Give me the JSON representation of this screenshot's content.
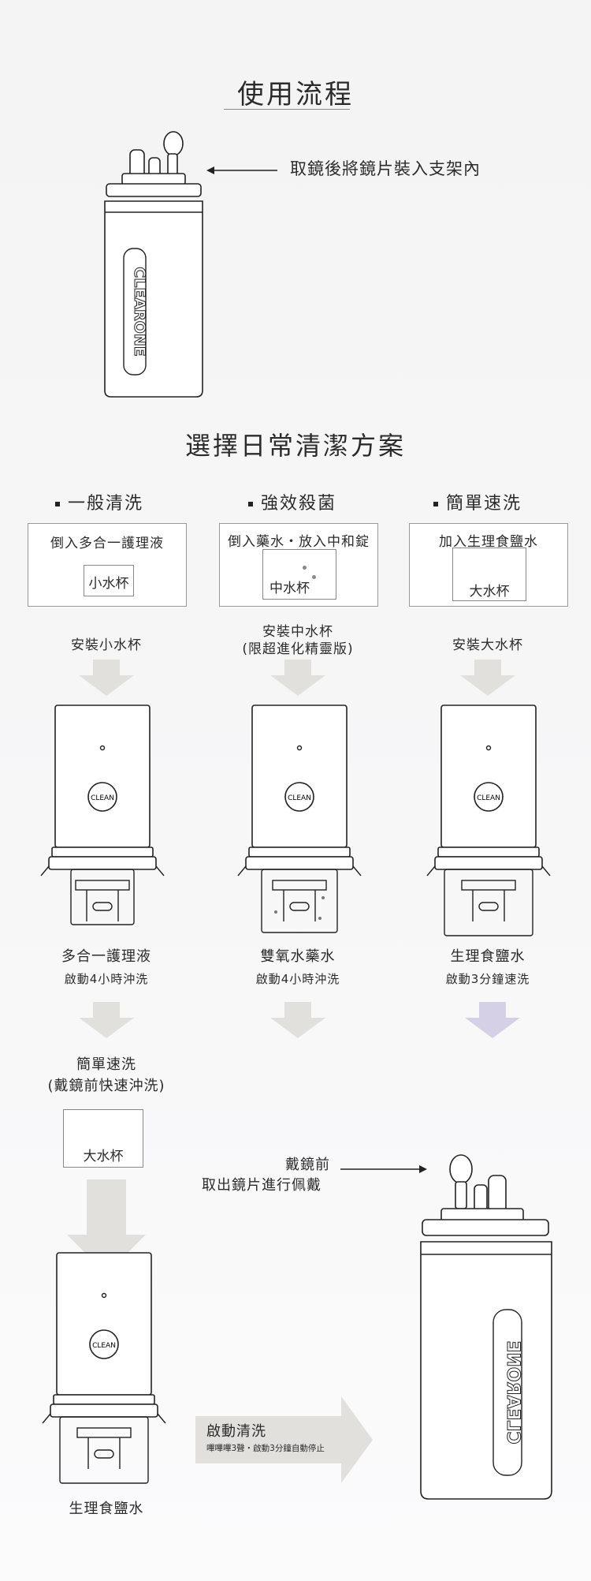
{
  "header": {
    "title": "使用流程",
    "step1": "取鏡後將鏡片裝入支架內",
    "brand": "CLEARONE"
  },
  "section2": {
    "title": "選擇日常清潔方案"
  },
  "plans": [
    {
      "name": "一般清洗",
      "instruction": "倒入多合一護理液",
      "cup": "小水杯",
      "install": "安裝小水杯",
      "liquid": "多合一護理液",
      "action": "啟動4小時沖洗"
    },
    {
      "name": "強效殺菌",
      "instruction": "倒入藥水・放入中和錠",
      "cup": "中水杯",
      "install_line1": "安裝中水杯",
      "install_line2": "(限超進化精靈版)",
      "liquid": "雙氧水藥水",
      "action": "啟動4小時沖洗"
    },
    {
      "name": "簡單速洗",
      "instruction": "加入生理食鹽水",
      "cup": "大水杯",
      "install": "安裝大水杯",
      "liquid": "生理食鹽水",
      "action": "啟動3分鐘速洗"
    }
  ],
  "device_button": "CLEAN",
  "bottom": {
    "quick_line1": "簡單速洗",
    "quick_line2": "(戴鏡前快速沖洗)",
    "cup": "大水杯",
    "before_line1": "戴鏡前",
    "before_line2": "取出鏡片進行佩戴",
    "start_title": "啟動清洗",
    "start_sub": "嗶嗶嗶3聲・啟動3分鐘自動停止",
    "liquid": "生理食鹽水"
  },
  "colors": {
    "arrow_gray": "#e2e0dd",
    "arrow_purple": "#d6d0e6"
  }
}
